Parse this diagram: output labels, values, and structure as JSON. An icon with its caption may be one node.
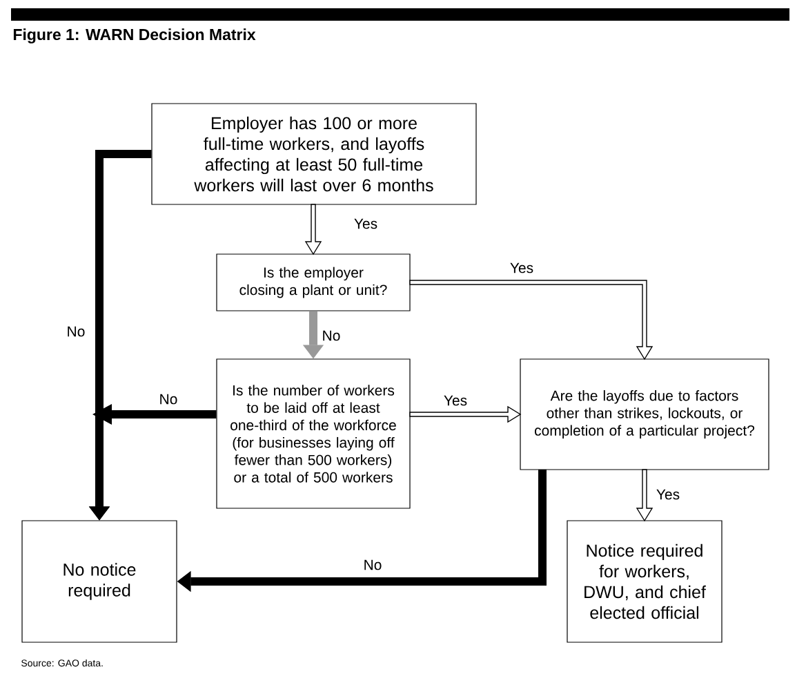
{
  "diagram": {
    "title": "Figure 1: WARN Decision Matrix",
    "caption": "Source: GAO data.",
    "nodes": [
      {
        "text": [
          "Employer has 100 or more full-time workers, and layoffs affecting at least 50 full-time workers will last over 6 months"
        ]
      },
      {
        "text": [
          "Is the employer closing a plant or unit?"
        ]
      },
      {
        "text": [
          "Is the number of workers to be laid off at least one-third of the workforce (for businesses laying off fewer than 500 workers) or a total of 500 workers"
        ]
      },
      {
        "text": [
          "Are the layoffs due to factors other than strikes, lockouts, or completion of a particular project?"
        ]
      },
      {
        "text": [
          "No notice required"
        ]
      },
      {
        "text": [
          "Notice required for workers, DWU, and chief elected official"
        ]
      }
    ],
    "edges": [
      {
        "from": 0,
        "to": 1,
        "arrow": "to",
        "label": "Yes"
      },
      {
        "from": 0,
        "to": 4,
        "arrow": "to",
        "label": "No"
      },
      {
        "from": 1,
        "to": 3,
        "arrow": "to",
        "label": "Yes"
      },
      {
        "from": 1,
        "to": 2,
        "arrow": "to",
        "label": "No",
        "color": "#999999"
      },
      {
        "from": 2,
        "to": 4,
        "arrow": "to",
        "label": "No"
      },
      {
        "from": 2,
        "to": 3,
        "arrow": "to",
        "label": "Yes"
      },
      {
        "from": 3,
        "to": 4,
        "arrow": "to",
        "label": "No"
      },
      {
        "from": 3,
        "to": 5,
        "arrow": "to",
        "label": "Yes"
      }
    ]
  }
}
